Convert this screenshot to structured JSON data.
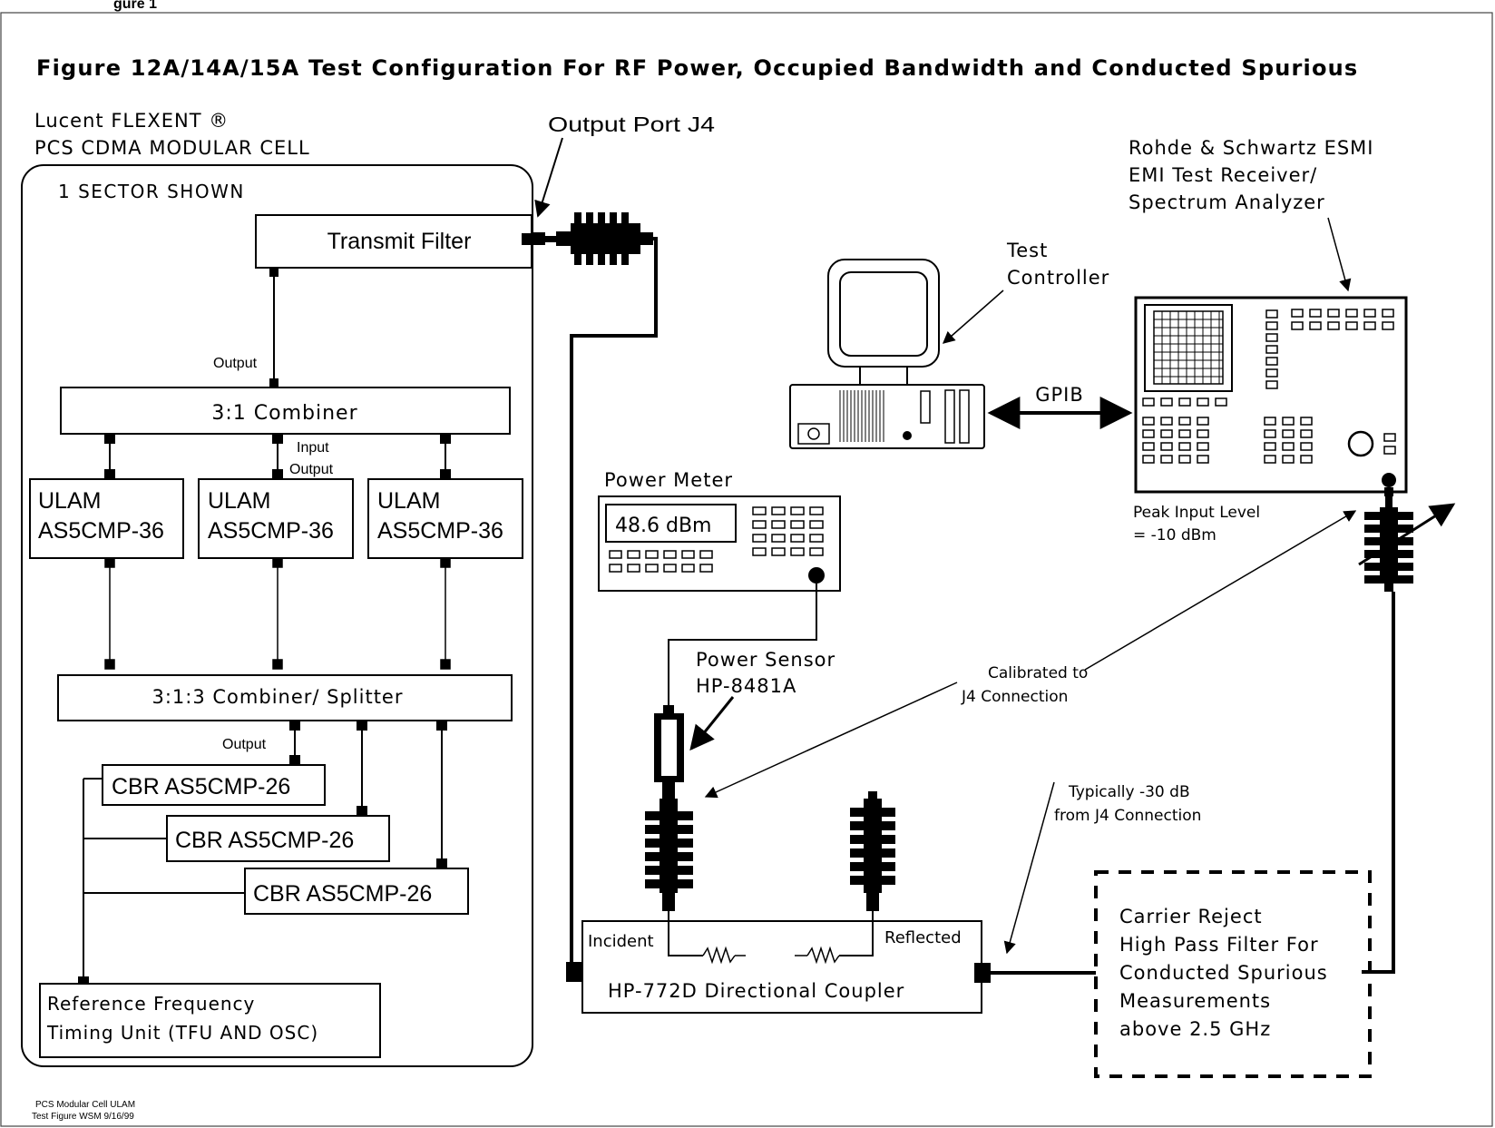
{
  "header_fragment": "gure 1",
  "title": "Figure 12A/14A/15A   Test Configuration For RF Power, Occupied Bandwidth and Conducted Spurious",
  "cell": {
    "line1": "Lucent FLEXENT ®",
    "line2": "PCS CDMA MODULAR CELL",
    "sector": "1 SECTOR SHOWN"
  },
  "output_port": "Output Port J4",
  "transmit_filter": "Transmit Filter",
  "labels": {
    "output_top": "Output",
    "input": "Input",
    "output_mid": "Output",
    "output_bottom": "Output"
  },
  "combiner": "3:1 Combiner",
  "ulams": [
    {
      "line1": "ULAM",
      "line2": "AS5CMP-36"
    },
    {
      "line1": "ULAM",
      "line2": "AS5CMP-36"
    },
    {
      "line1": "ULAM",
      "line2": "AS5CMP-36"
    }
  ],
  "splitter": "3:1:3 Combiner/ Splitter",
  "cbrs": [
    "CBR  AS5CMP-26",
    "CBR  AS5CMP-26",
    "CBR  AS5CMP-26"
  ],
  "ref_unit": {
    "line1": "Reference Frequency",
    "line2": "Timing Unit (TFU AND OSC)"
  },
  "controller": {
    "line1": "Test",
    "line2": "Controller"
  },
  "gpib": "GPIB",
  "analyzer": {
    "line1": "Rohde & Schwartz ESMI",
    "line2": "EMI Test Receiver/",
    "line3": "Spectrum Analyzer"
  },
  "peak": {
    "line1": "Peak Input Level",
    "line2": "= -10 dBm"
  },
  "power_meter": {
    "label": "Power Meter",
    "reading": "48.6 dBm"
  },
  "sensor": {
    "line1": "Power Sensor",
    "line2": "HP-8481A"
  },
  "calibrated": {
    "line1": "Calibrated to",
    "line2": "J4 Connection"
  },
  "typically": {
    "line1": "Typically -30 dB",
    "line2": "from J4 Connection"
  },
  "coupler": {
    "name": "HP-772D Directional Coupler",
    "incident": "Incident",
    "reflected": "Reflected"
  },
  "hpf": {
    "line1": "Carrier Reject",
    "line2": "High Pass Filter For",
    "line3": "Conducted Spurious",
    "line4": "Measurements",
    "line5": "above 2.5 GHz"
  },
  "footer": {
    "line1": "PCS Modular Cell ULAM",
    "line2": "Test Figure WSM 9/16/99"
  }
}
